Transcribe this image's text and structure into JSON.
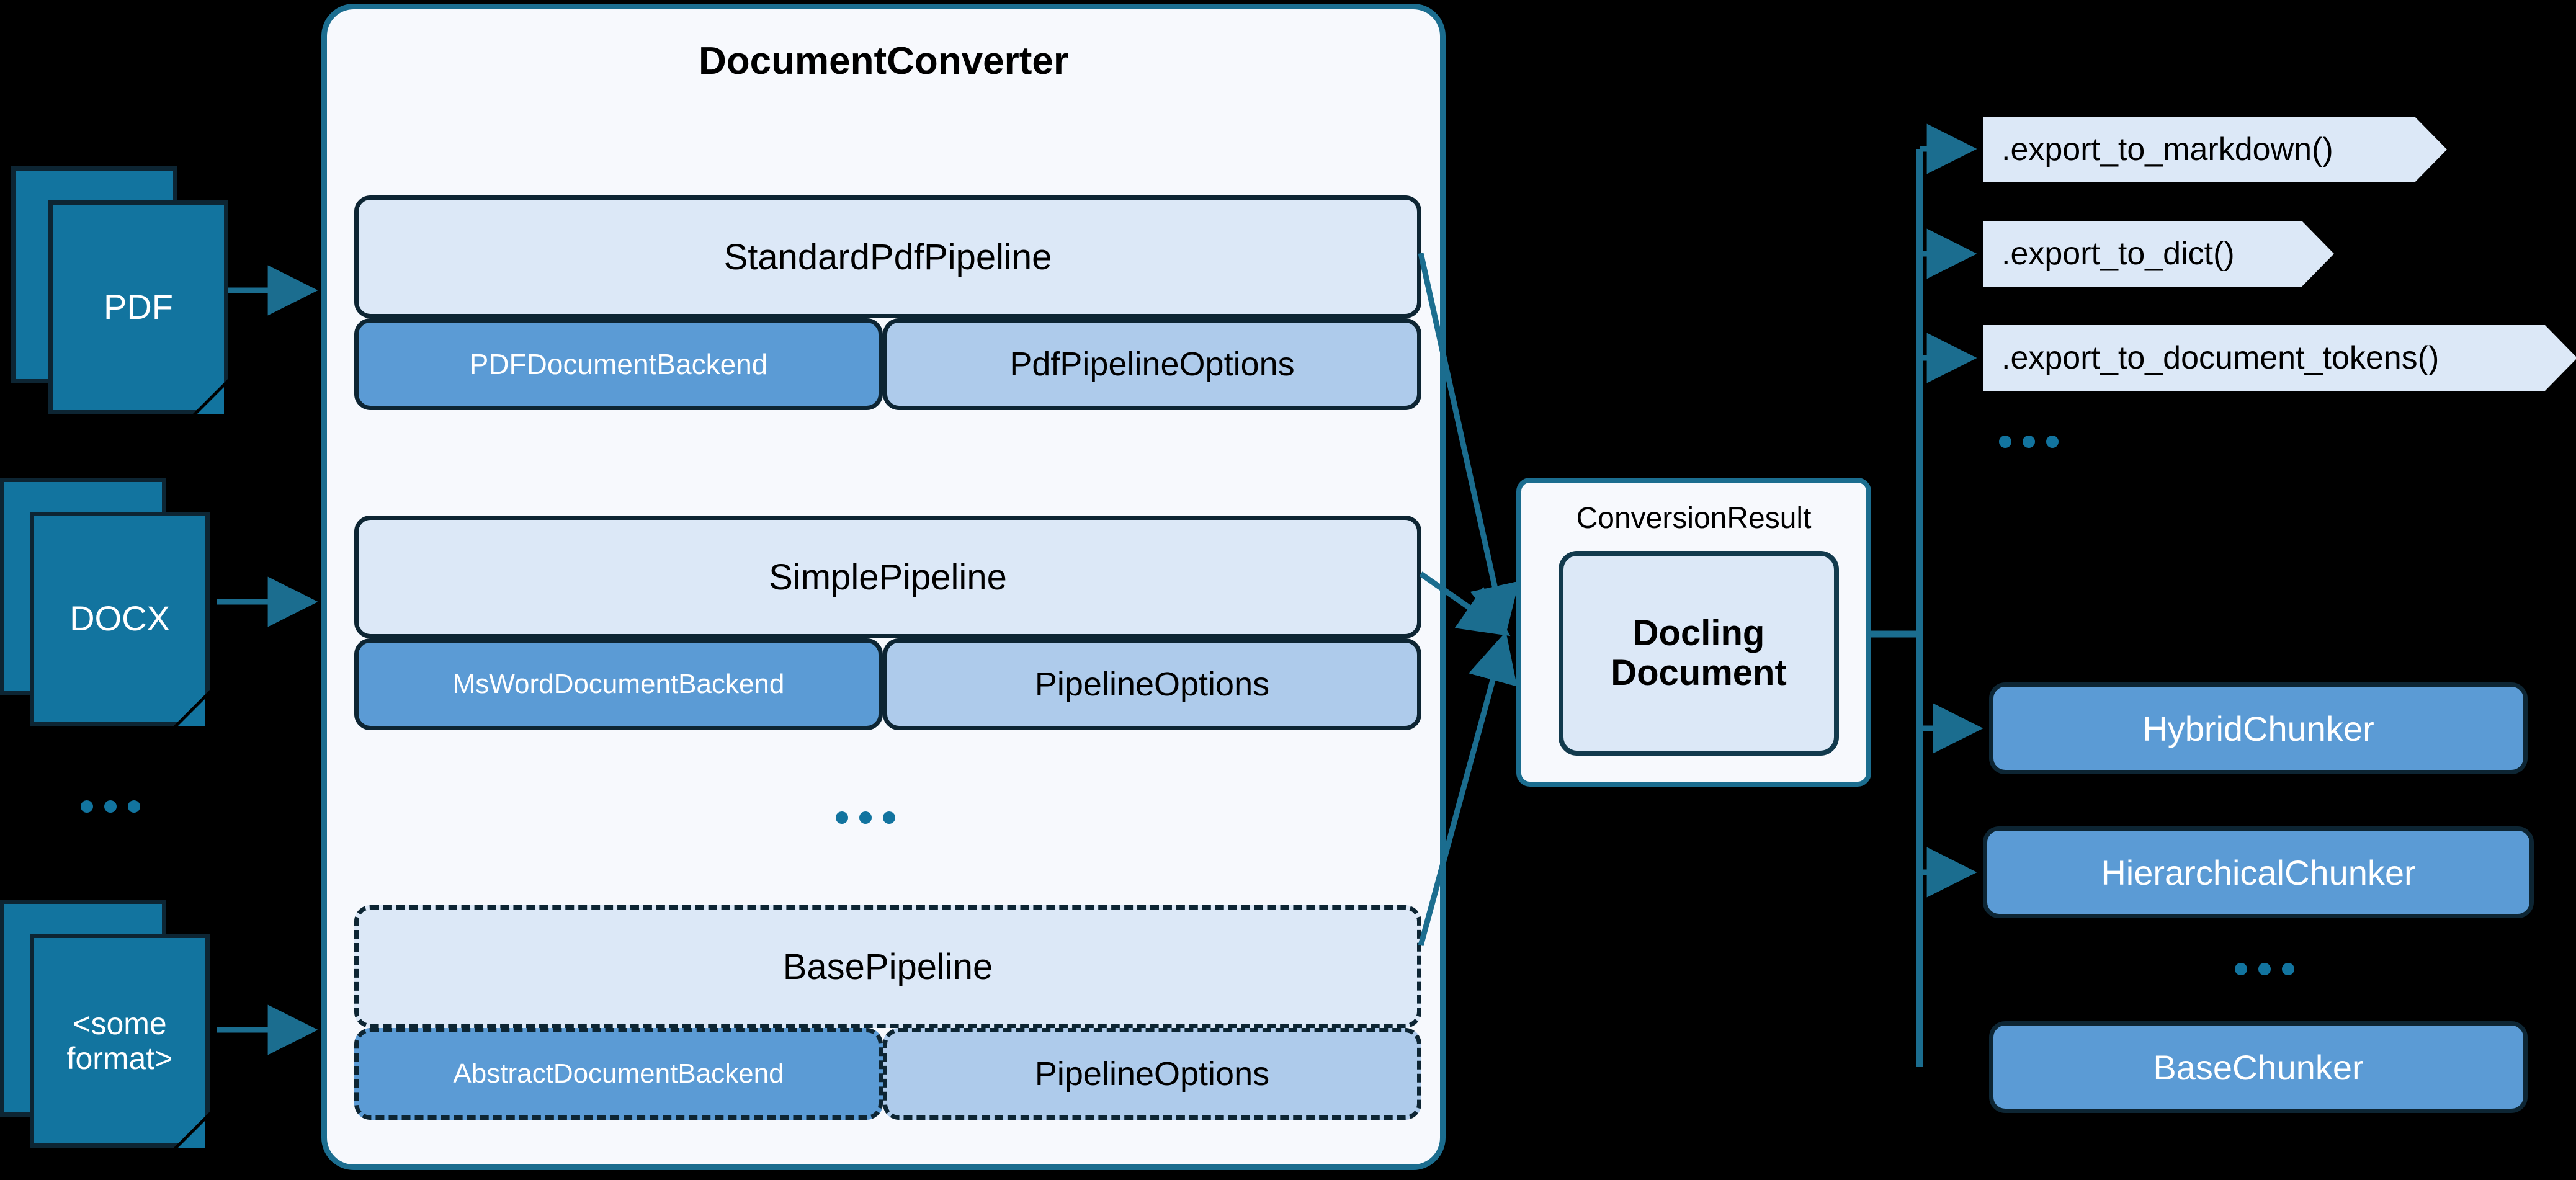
{
  "inputs": [
    {
      "label": "PDF",
      "name": "pdf"
    },
    {
      "label": "DOCX",
      "name": "docx"
    },
    {
      "label": "<some\nformat>",
      "name": "some-format"
    }
  ],
  "inputs_ellipsis": "...",
  "converter": {
    "title": "DocumentConverter",
    "ellipsis": "...",
    "pipelines": [
      {
        "name": "standard-pdf",
        "header": "StandardPdfPipeline",
        "backend": "PDFDocumentBackend",
        "options": "PdfPipelineOptions",
        "abstract": false
      },
      {
        "name": "simple",
        "header": "SimplePipeline",
        "backend": "MsWordDocumentBackend",
        "options": "PipelineOptions",
        "abstract": false
      },
      {
        "name": "base",
        "header": "BasePipeline",
        "backend": "AbstractDocumentBackend",
        "options": "PipelineOptions",
        "abstract": true
      }
    ]
  },
  "conversion_result": {
    "label": "ConversionResult",
    "document_line1": "Docling",
    "document_line2": "Document"
  },
  "exports": [
    {
      "label": ".export_to_markdown()",
      "name": "export-to-markdown"
    },
    {
      "label": ".export_to_dict()",
      "name": "export-to-dict"
    },
    {
      "label": ".export_to_document_tokens()",
      "name": "export-to-document-tokens"
    }
  ],
  "exports_ellipsis": "...",
  "chunkers": [
    {
      "label": "HybridChunker",
      "name": "hybrid-chunker",
      "abstract": false
    },
    {
      "label": "HierarchicalChunker",
      "name": "hierarchical-chunker",
      "abstract": false
    },
    {
      "label": "BaseChunker",
      "name": "base-chunker",
      "abstract": true
    }
  ],
  "chunkers_ellipsis": "...",
  "colors": {
    "background": "#000000",
    "doc_icon_fill": "#12749f",
    "doc_icon_stroke": "#0d2533",
    "container_fill": "#f7f9fd",
    "container_stroke": "#1b6d8f",
    "pipeline_header_fill": "#dce8f7",
    "backend_fill": "#5b9bd5",
    "options_fill": "#aecbeb",
    "box_stroke": "#0d2533",
    "connector": "#1b6d8f",
    "export_fill": "#dce8f7"
  }
}
